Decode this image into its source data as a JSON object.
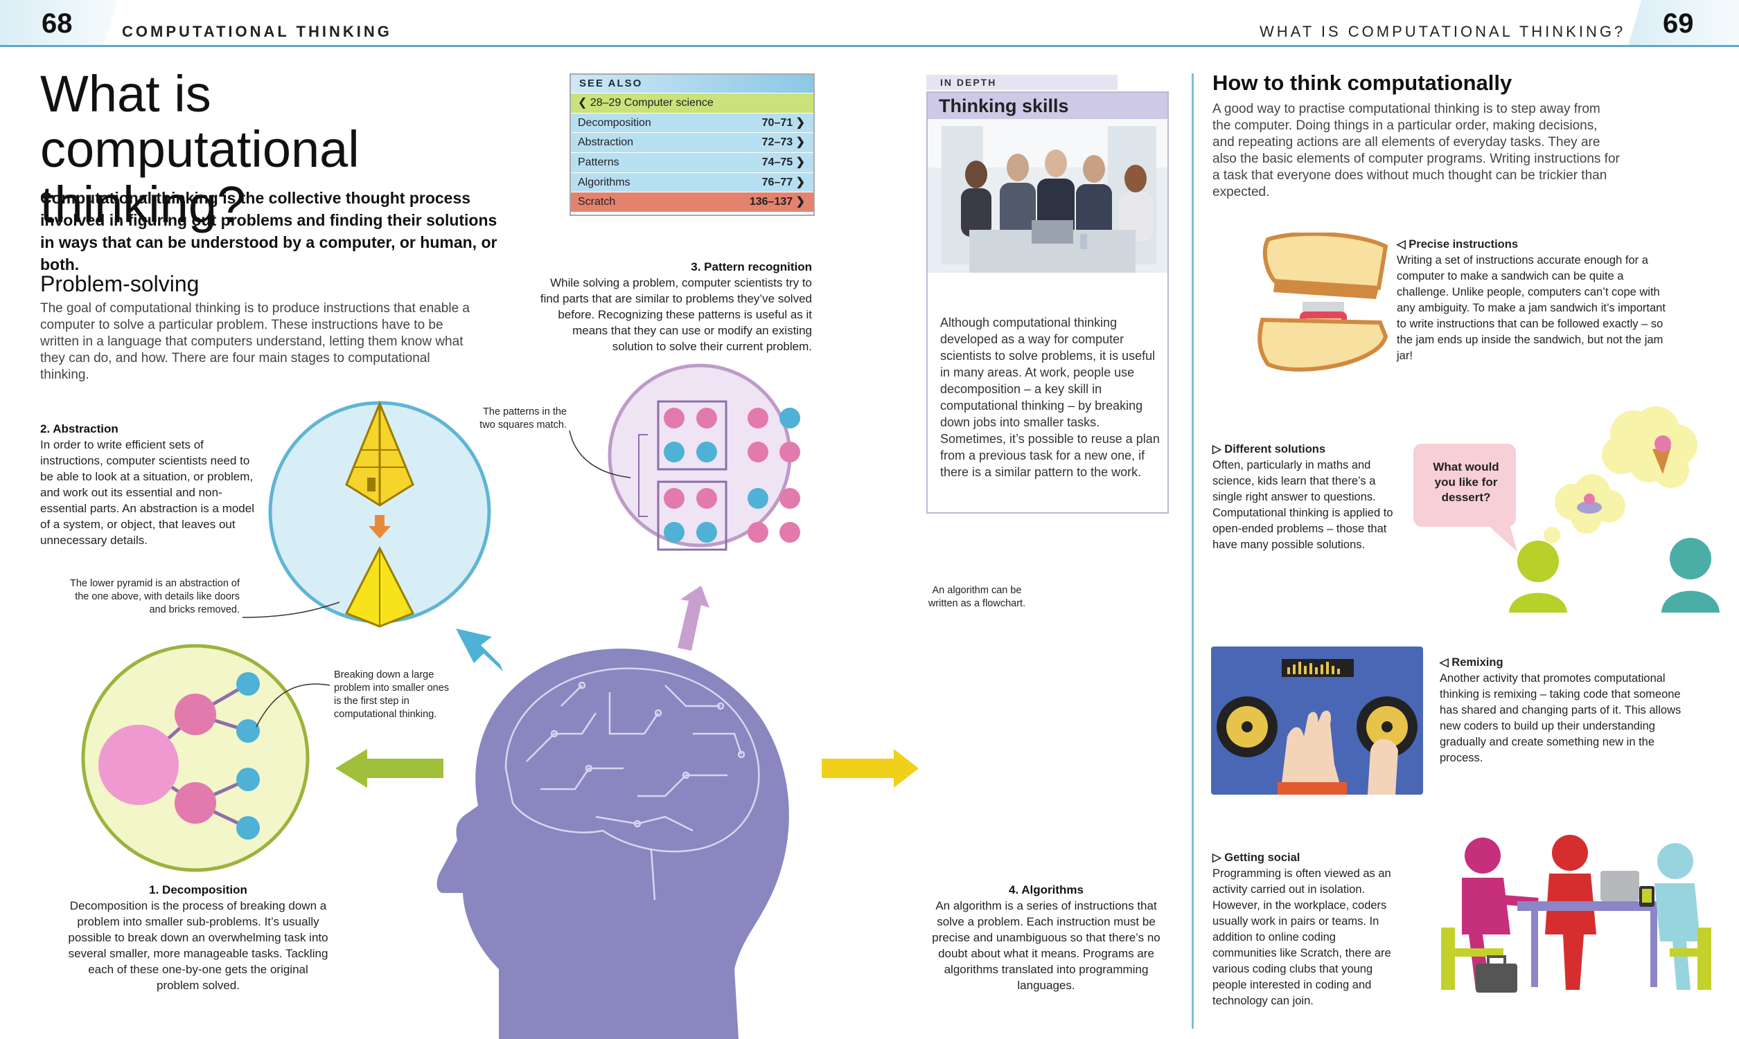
{
  "header": {
    "left_page_number": "68",
    "left_running_head": "COMPUTATIONAL THINKING",
    "right_running_head": "WHAT IS COMPUTATIONAL THINKING?",
    "right_page_number": "69"
  },
  "title": "What is computational thinking?",
  "intro": "Computational thinking is the collective thought process involved in figuring out problems and finding their solutions in ways that can be understood by a computer, or human, or both.",
  "problem_solving": {
    "heading": "Problem-solving",
    "text": "The goal of computational thinking is to produce instructions that enable a computer to solve a particular problem. These instructions have to be written in a language that computers understand, letting them know what they can do, and how. There are four main stages to computational thinking."
  },
  "see_also": {
    "heading": "SEE ALSO",
    "rows": [
      {
        "label": "❮ 28–29  Computer science",
        "page": "",
        "color": "#c9e27a"
      },
      {
        "label": "Decomposition",
        "page": "70–71 ❯",
        "color": "#b7dff2"
      },
      {
        "label": "Abstraction",
        "page": "72–73 ❯",
        "color": "#b7dff2"
      },
      {
        "label": "Patterns",
        "page": "74–75 ❯",
        "color": "#b7dff2"
      },
      {
        "label": "Algorithms",
        "page": "76–77 ❯",
        "color": "#b7dff2"
      },
      {
        "label": "Scratch",
        "page": "136–137 ❯",
        "color": "#e4826e"
      }
    ]
  },
  "stages": {
    "abstraction": {
      "title": "2. Abstraction",
      "text": "In order to write efficient sets of instructions, computer scientists need to be able to look at a situation, or problem, and work out its essential and non-essential parts. An abstraction is a model of a system, or object, that leaves out unnecessary details.",
      "note": "The lower pyramid is an abstraction of the one above, with details like doors and bricks removed."
    },
    "pattern": {
      "title": "3. Pattern recognition",
      "text": "While solving a problem, computer scientists try to find parts that are similar to problems they’ve solved before. Recognizing these patterns is useful as it means that they can use or modify an existing solution to solve their current problem.",
      "note": "The patterns in the two squares match."
    },
    "decomposition": {
      "title": "1. Decomposition",
      "text": "Decomposition is the process of breaking down a problem into smaller sub-problems. It’s usually possible to break down an overwhelming task into several smaller, more manageable tasks. Tackling each of these one-by-one gets the original problem solved.",
      "note": "Breaking down a large problem into smaller ones is the first step in computational thinking."
    },
    "algorithms": {
      "title": "4. Algorithms",
      "text": "An algorithm is a series of instructions that solve a problem. Each instruction must be precise and unambiguous so that there’s no doubt about what it means. Programs are algorithms translated into programming languages.",
      "note": "An algorithm can be written as a flowchart."
    }
  },
  "in_depth": {
    "tab": "IN DEPTH",
    "title": "Thinking skills",
    "text": "Although computational thinking developed as a way for computer scientists to solve problems, it is useful in many areas. At work, people use decomposition – a key skill in computational thinking – by breaking down jobs into smaller tasks. Sometimes, it’s possible to reuse a plan from a previous task for a new one, if there is a similar pattern to the work."
  },
  "how_to": {
    "heading": "How to think computationally",
    "text": "A good way to practise computational thinking is to step away from the computer. Doing things in a particular order, making decisions, and repeating actions are all elements of everyday tasks. They are also the basic elements of computer programs. Writing instructions for a task that everyone does without much thought can be trickier than expected."
  },
  "precise": {
    "title": "◁ Precise instructions",
    "text": "Writing a set of instructions accurate enough for a computer to make a sandwich can be quite a challenge. Unlike people, computers can’t cope with any ambiguity. To make a jam sandwich it’s important to write instructions that can be followed exactly – so the jam ends up inside the sandwich, but not the jam jar!"
  },
  "different": {
    "title": "▷ Different solutions",
    "text": "Often, particularly in maths and science, kids learn that there’s a single right answer to questions. Computational thinking is applied to open-ended problems – those that have many possible solutions.",
    "bubble": "What would you like for dessert?"
  },
  "remixing": {
    "title": "◁ Remixing",
    "text": "Another activity that promotes computational thinking is remixing – taking code that someone has shared and changing parts of it. This allows new coders to build up their understanding gradually and create something new in the process."
  },
  "social": {
    "title": "▷ Getting social",
    "text": "Programming is often viewed as an activity carried out in isolation. However, in the workplace, coders usually work in pairs or teams. In addition to online coding communities like Scratch, there are various coding clubs that young people interested in coding and technology can join."
  },
  "colors": {
    "header_line": "#5fa8c8",
    "abstraction_circle": "#d8eef7",
    "pattern_circle": "#efe4f3",
    "decomposition_circle": "#f3f6c8",
    "algorithm_circle": "#fbf8c8",
    "brain": "#8a86c0"
  }
}
